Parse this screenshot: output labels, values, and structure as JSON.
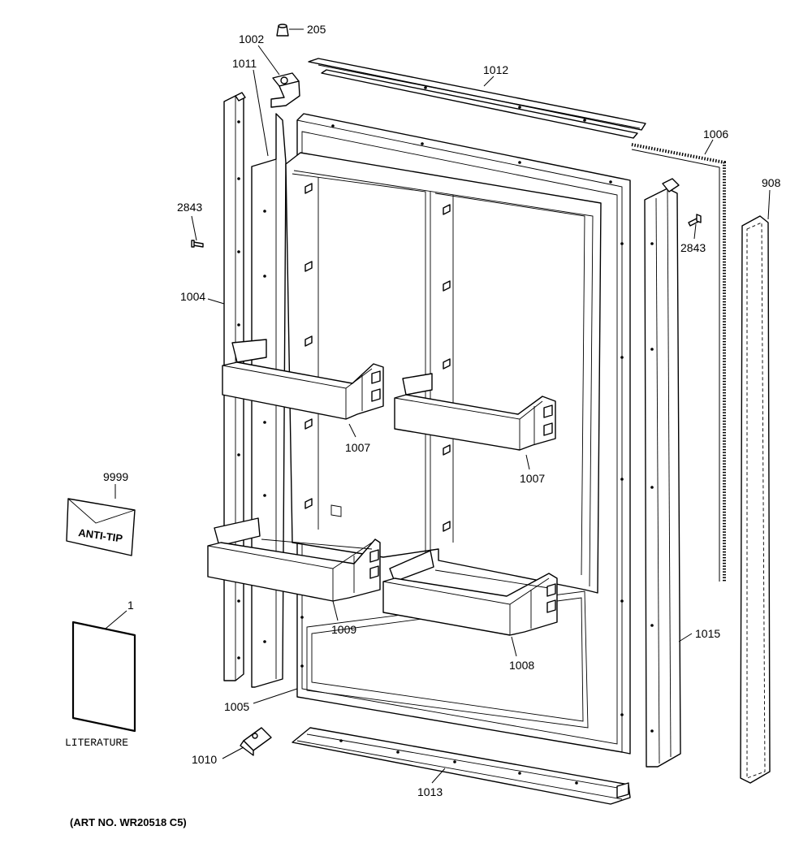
{
  "labels": {
    "p205": "205",
    "p1002": "1002",
    "p1011": "1011",
    "p1012": "1012",
    "p1006": "1006",
    "p908": "908",
    "p2843_left": "2843",
    "p2843_right": "2843",
    "p1004": "1004",
    "p1007_left": "1007",
    "p1007_right": "1007",
    "p9999": "9999",
    "p1009": "1009",
    "p1008": "1008",
    "p1015": "1015",
    "p1": "1",
    "p1005": "1005",
    "p1010": "1010",
    "p1013": "1013"
  },
  "literature_label": "LITERATURE",
  "anti_tip_label": "ANTI-TIP",
  "art_number": "(ART NO. WR20518 C5)"
}
